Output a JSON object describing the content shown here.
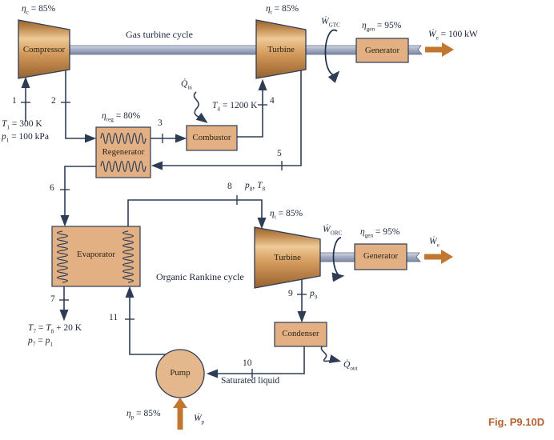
{
  "caption": "Fig. P9.10D",
  "colors": {
    "line_navy": "#2e3d55",
    "component_fill": "#e2b083",
    "component_gradient_light": "#eec996",
    "component_gradient_dark": "#96622f",
    "shaft_gray": "#a8b1c6",
    "work_arrow_orange": "#c1772f",
    "caption_orange": "#b5622f",
    "text": "#1d2638"
  },
  "cycles": {
    "gas_label": "Gas turbine cycle",
    "orc_label": "Organic Rankine cycle"
  },
  "components": {
    "compressor": "Compressor",
    "turbine_gtc": "Turbine",
    "generator_gtc": "Generator",
    "regenerator": "Regenerator",
    "combustor": "Combustor",
    "evaporator": "Evaporator",
    "turbine_orc": "Turbine",
    "generator_orc": "Generator",
    "condenser": "Condenser",
    "pump": "Pump"
  },
  "states": {
    "s1": "1",
    "s2": "2",
    "s3": "3",
    "s4": "4",
    "s5": "5",
    "s6": "6",
    "s7": "7",
    "s8": "8",
    "s9": "9",
    "s10": "10",
    "s11": "11"
  },
  "annotations": {
    "saturated_liquid": "Saturated liquid"
  },
  "rich": {
    "eta_c": [
      {
        "t": "η",
        "i": true
      },
      {
        "s": "c"
      },
      {
        "t": " = 85%"
      }
    ],
    "eta_t_gtc": [
      {
        "t": "η",
        "i": true
      },
      {
        "s": "t"
      },
      {
        "t": " = 85%"
      }
    ],
    "eta_reg": [
      {
        "t": "η",
        "i": true
      },
      {
        "s": "reg"
      },
      {
        "t": " = 80%"
      }
    ],
    "eta_gen_gtc": [
      {
        "t": "η",
        "i": true
      },
      {
        "s": "gen"
      },
      {
        "t": " = 95%"
      }
    ],
    "eta_t_orc": [
      {
        "t": "η",
        "i": true
      },
      {
        "s": "t"
      },
      {
        "t": " = 85%"
      }
    ],
    "eta_gen_orc": [
      {
        "t": "η",
        "i": true
      },
      {
        "s": "gen"
      },
      {
        "t": " = 95%"
      }
    ],
    "eta_p": [
      {
        "t": "η",
        "i": true
      },
      {
        "s": "p"
      },
      {
        "t": " = 85%"
      }
    ],
    "w_gtc": [
      {
        "t": "Ẇ",
        "i": true
      },
      {
        "s": "GTC"
      }
    ],
    "w_orc": [
      {
        "t": "Ẇ",
        "i": true
      },
      {
        "s": "ORC"
      }
    ],
    "w_e_100": [
      {
        "t": "Ẇ",
        "i": true
      },
      {
        "s": "e"
      },
      {
        "t": " = 100 kW"
      }
    ],
    "w_e": [
      {
        "t": "Ẇ",
        "i": true
      },
      {
        "s": "e"
      }
    ],
    "w_p": [
      {
        "t": "Ẇ",
        "i": true
      },
      {
        "s": "p"
      }
    ],
    "q_in": [
      {
        "t": "Q̇",
        "i": true
      },
      {
        "s": "in"
      }
    ],
    "q_out": [
      {
        "t": "Q̇",
        "i": true
      },
      {
        "s": "out"
      }
    ],
    "t1": [
      {
        "t": "T",
        "i": true
      },
      {
        "s": "1"
      },
      {
        "t": " = 300 K"
      }
    ],
    "p1": [
      {
        "t": "p",
        "i": true
      },
      {
        "s": "1"
      },
      {
        "t": " = 100 kPa"
      }
    ],
    "t4": [
      {
        "t": "T",
        "i": true
      },
      {
        "s": "4"
      },
      {
        "t": " = 1200 K"
      }
    ],
    "t7": [
      {
        "t": "T",
        "i": true
      },
      {
        "s": "7"
      },
      {
        "t": " = "
      },
      {
        "t": "T",
        "i": true
      },
      {
        "s": "8"
      },
      {
        "t": " + 20 K"
      }
    ],
    "p7": [
      {
        "t": "p",
        "i": true
      },
      {
        "s": "7"
      },
      {
        "t": " = "
      },
      {
        "t": "p",
        "i": true
      },
      {
        "s": "1"
      }
    ],
    "p8t8": [
      {
        "t": "p",
        "i": true
      },
      {
        "s": "8"
      },
      {
        "t": ", "
      },
      {
        "t": "T",
        "i": true
      },
      {
        "s": "8"
      }
    ],
    "p9": [
      {
        "t": "p",
        "i": true
      },
      {
        "s": "9"
      }
    ]
  }
}
